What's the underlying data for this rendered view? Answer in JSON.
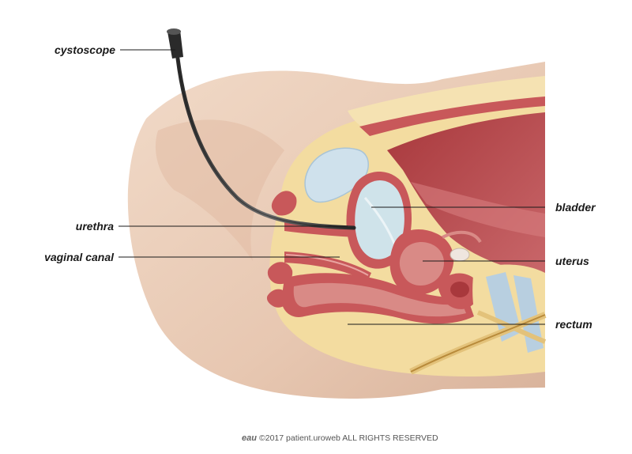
{
  "labels": {
    "cystoscope": "cystoscope",
    "urethra": "urethra",
    "vaginal_canal": "vaginal canal",
    "bladder": "bladder",
    "uterus": "uterus",
    "rectum": "rectum"
  },
  "footer": {
    "brand": "eau",
    "credit": "©2017 patient.uroweb ALL RIGHTS RESERVED"
  },
  "colors": {
    "skin": "#ecd0bc",
    "skin_shadow": "#d6b49e",
    "fat": "#f3dca0",
    "muscle": "#c8585a",
    "organ_interior": "#d98a86",
    "bladder_lumen": "#cfe3ea",
    "cavity": "#b8494c",
    "bone": "#b8cfe0",
    "instrument": "#3a3a3a"
  }
}
